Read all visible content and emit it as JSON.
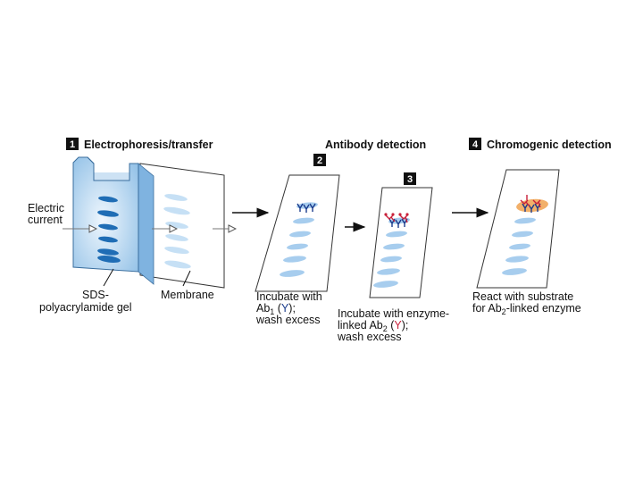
{
  "steps": {
    "step1": {
      "number": "1",
      "title": "Electrophoresis/transfer"
    },
    "antibody_header": "Antibody detection",
    "step2": {
      "number": "2"
    },
    "step3": {
      "number": "3"
    },
    "step4": {
      "number": "4",
      "title": "Chromogenic detection"
    }
  },
  "labels": {
    "electric_line1": "Electric",
    "electric_line2": "current",
    "gel_line1": "SDS-",
    "gel_line2": "polyacrylamide gel",
    "membrane": "Membrane",
    "ab1_line1": "Incubate with",
    "ab1_line2a": "Ab",
    "ab1_sub": "1",
    "ab1_line2b": " (",
    "ab1_glyph": "Y",
    "ab1_line2c": ");",
    "ab1_line3": "wash excess",
    "ab2_line1": "Incubate with enzyme-",
    "ab2_line2a": "linked Ab",
    "ab2_sub": "2",
    "ab2_line2b": " (",
    "ab2_glyph": "Y",
    "ab2_line2c": ");",
    "ab2_line3": "wash excess",
    "sub_line1": "React with substrate",
    "sub_line2a": "for Ab",
    "sub_sub": "2",
    "sub_line2b": "-linked enzyme"
  },
  "colors": {
    "step_box": "#111111",
    "gel_fill": "#b9d8f2",
    "gel_band": "#1f6db5",
    "membrane_band_light": "#c6e0f5",
    "membrane_band": "#a7cdee",
    "antibody1": "#1a3b8c",
    "antibody2": "#c9203a",
    "substrate": "#f2b06a"
  }
}
